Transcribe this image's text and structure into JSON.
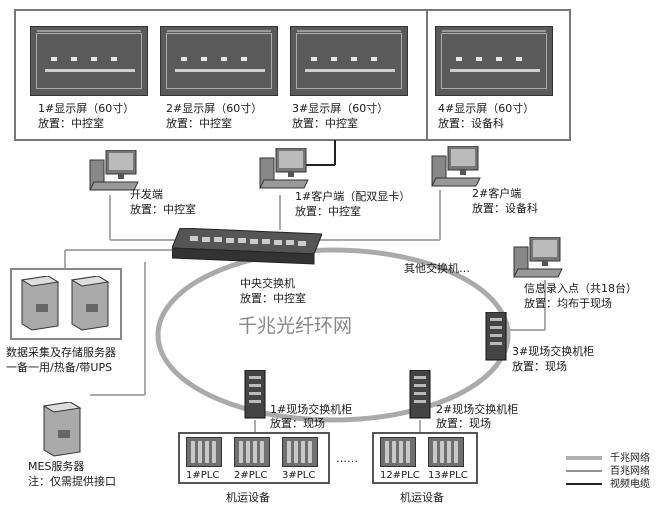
{
  "screens": [
    {
      "title": "1#显示屏（60寸）",
      "place": "放置：中控室"
    },
    {
      "title": "2#显示屏（60寸）",
      "place": "放置：中控室"
    },
    {
      "title": "3#显示屏（60寸）",
      "place": "放置：中控室"
    },
    {
      "title": "4#显示屏（60寸）",
      "place": "放置：设备科"
    }
  ],
  "clients": [
    {
      "title": "开发端",
      "place": "放置：中控室"
    },
    {
      "title": "1#客户端（配双显卡）",
      "place": "放置：中控室"
    },
    {
      "title": "2#客户端",
      "place": "放置：设备科"
    }
  ],
  "central_switch": {
    "title": "中央交换机",
    "place": "放置：中控室"
  },
  "other_switch": "其他交换机…",
  "ring_label": "千兆光纤环网",
  "info_entry": {
    "title": "信息录入点（共18台）",
    "place": "放置：均布于现场"
  },
  "data_server": {
    "title": "数据采集及存储服务器",
    "note": "一备一用/热备/带UPS"
  },
  "mes_server": {
    "title": "MES服务器",
    "note": "注：仅需提供接口"
  },
  "field_switches": [
    {
      "title": "1#现场交换机柜",
      "place": "放置：现场"
    },
    {
      "title": "2#现场交换机柜",
      "place": "放置：现场"
    },
    {
      "title": "3#现场交换机柜",
      "place": "放置：现场"
    }
  ],
  "plc_groups": [
    {
      "labels": [
        "1#PLC",
        "2#PLC",
        "3#PLC"
      ],
      "caption": "机运设备"
    },
    {
      "labels": [
        "12#PLC",
        "13#PLC"
      ],
      "caption": "机运设备"
    }
  ],
  "plc_ellipsis": "……",
  "legend": [
    {
      "label": "千兆网络",
      "color": "#b0b0b0"
    },
    {
      "label": "百兆网络",
      "color": "#909090"
    },
    {
      "label": "视频电缆",
      "color": "#222222"
    }
  ]
}
